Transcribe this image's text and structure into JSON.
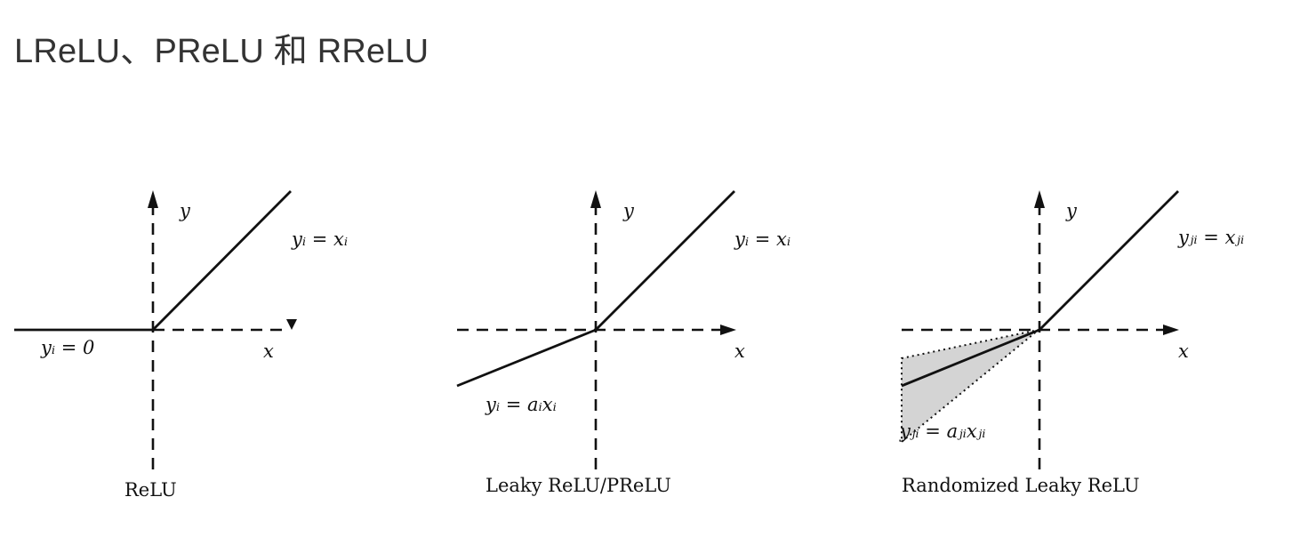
{
  "title": "LReLU、PReLU 和 RReLU",
  "panels": [
    {
      "caption": "ReLU",
      "y_axis_label": "y",
      "x_axis_label": "x",
      "positive_label": "yᵢ = xᵢ",
      "negative_label": "yᵢ = 0"
    },
    {
      "caption": "Leaky ReLU/PReLU",
      "y_axis_label": "y",
      "x_axis_label": "x",
      "positive_label": "yᵢ = xᵢ",
      "negative_label": "yᵢ = aᵢxᵢ"
    },
    {
      "caption": "Randomized Leaky ReLU",
      "y_axis_label": "y",
      "x_axis_label": "x",
      "positive_label": "yⱼᵢ = xⱼᵢ",
      "negative_label": "yⱼᵢ = aⱼᵢxⱼᵢ"
    }
  ],
  "colors": {
    "title": "#333333",
    "line": "#111111",
    "band_fill": "#d4d4d4"
  }
}
